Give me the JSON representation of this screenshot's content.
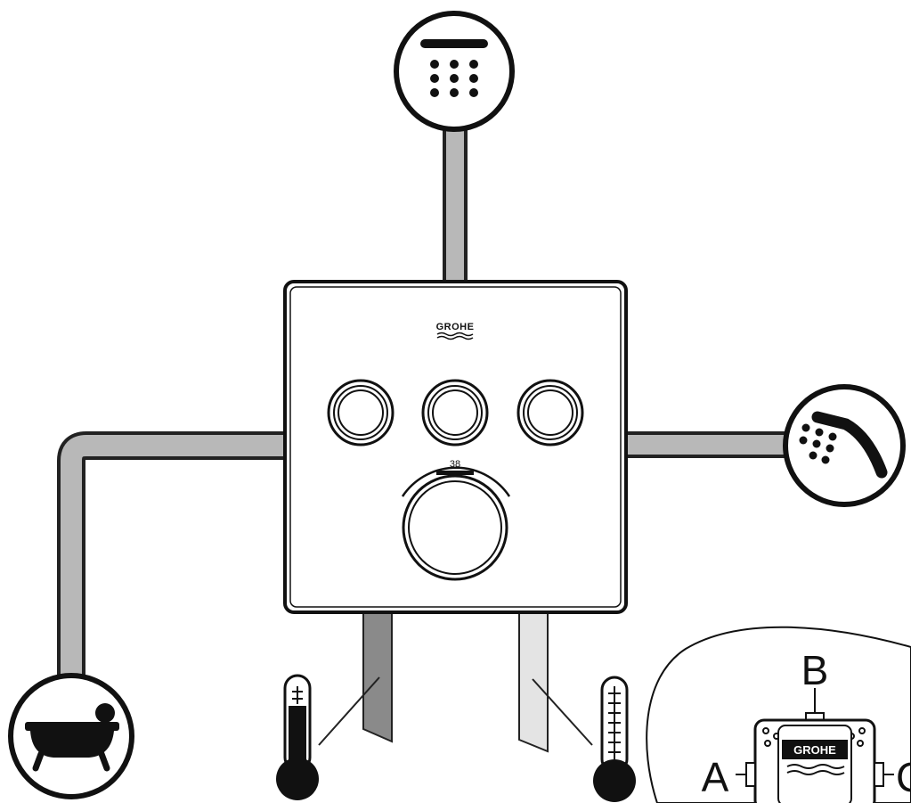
{
  "panel": {
    "brand": "GROHE",
    "temperature_mark": "38",
    "buttons": [
      {
        "id": "button-1"
      },
      {
        "id": "button-2"
      },
      {
        "id": "button-3"
      }
    ]
  },
  "outlets": {
    "top": "overhead-shower-icon",
    "right": "hand-shower-icon",
    "left": "bathtub-icon"
  },
  "inlets": {
    "hot": "hot-thermometer-icon",
    "cold": "cold-thermometer-icon"
  },
  "inset": {
    "brand": "GROHE",
    "labels": {
      "a": "A",
      "b": "B",
      "c": "C"
    }
  },
  "colors": {
    "pipe": "#b8b8b8",
    "pipe_outline": "#222222",
    "hot_pipe": "#8a8a8a",
    "cold_pipe": "#e4e4e4"
  }
}
